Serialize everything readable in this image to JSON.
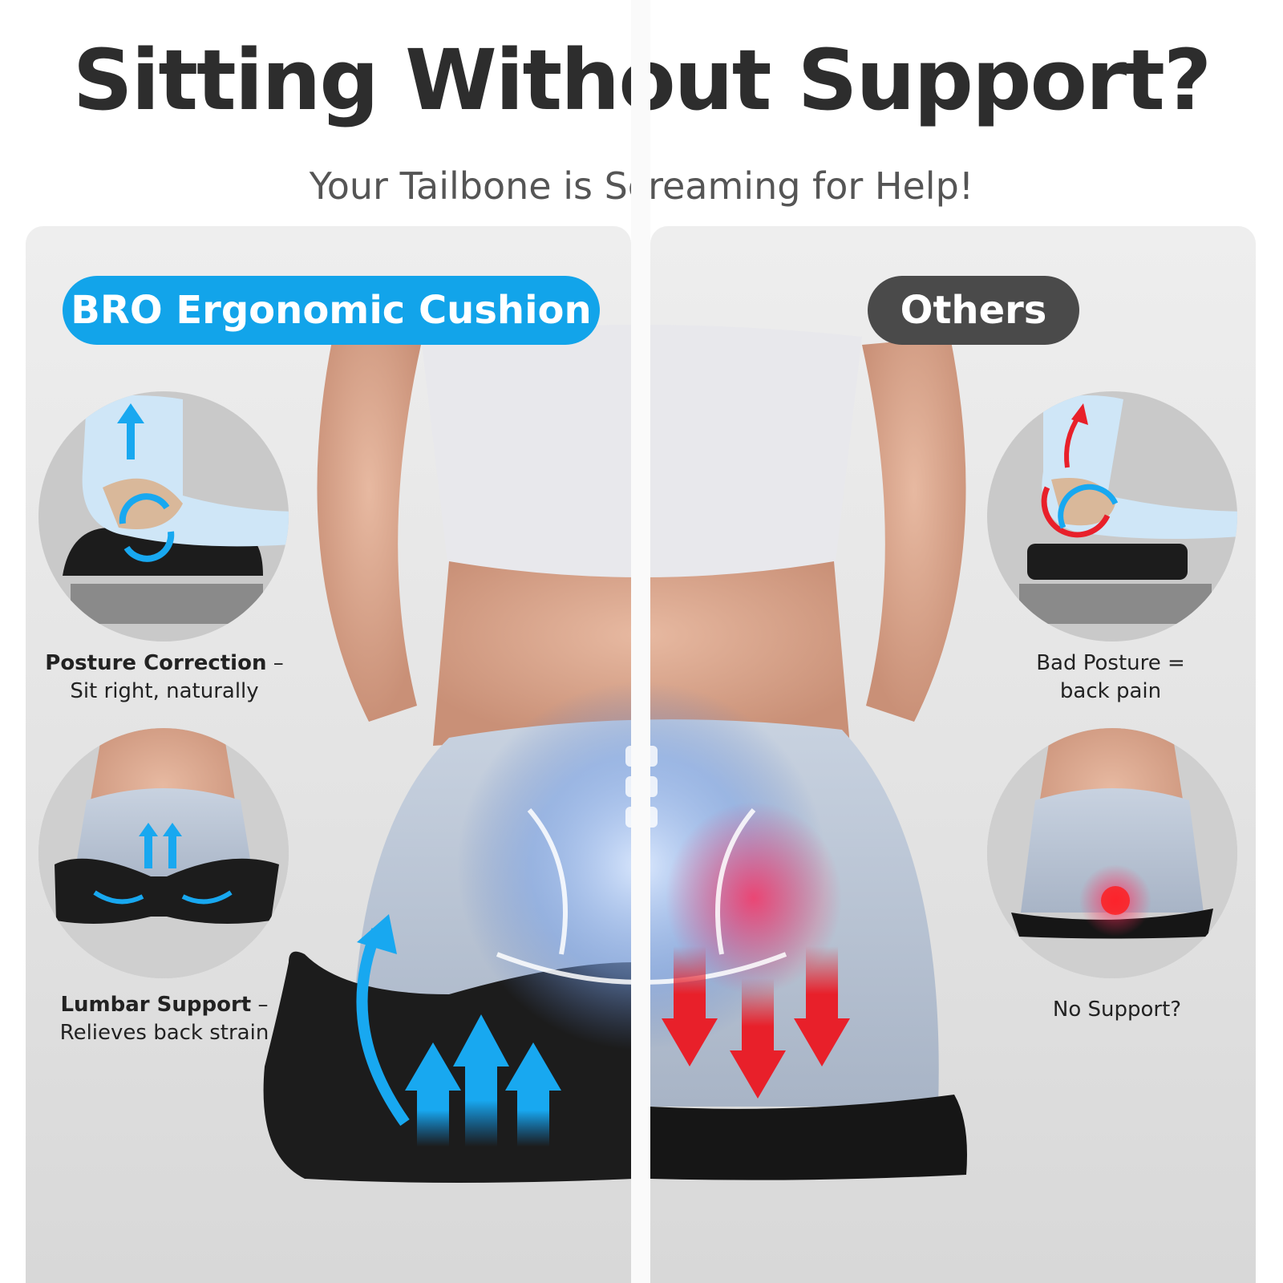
{
  "header": {
    "title": "Sitting Without Support?",
    "subtitle": "Your Tailbone is Screaming for Help!"
  },
  "left_panel": {
    "badge": "BRO Ergonomic Cushion",
    "features": [
      {
        "title": "Posture Correction",
        "dash": " –",
        "text": "Sit right, naturally"
      },
      {
        "title": "Lumbar Support",
        "dash": " –",
        "text": "Relieves back strain"
      }
    ]
  },
  "right_panel": {
    "badge": "Others",
    "issues": [
      {
        "line1": "Bad Posture =",
        "line2": "back pain"
      },
      {
        "line1": "No Support?"
      }
    ]
  },
  "colors": {
    "good_accent": "#12a4ea",
    "bad_accent": "#e8202a",
    "other_badge": "#4a4a4a",
    "cushion": "#1c1c1c"
  },
  "icons": [
    "up-arrow-icon",
    "rotate-icon",
    "down-arrow-icon",
    "pain-spot-icon"
  ]
}
